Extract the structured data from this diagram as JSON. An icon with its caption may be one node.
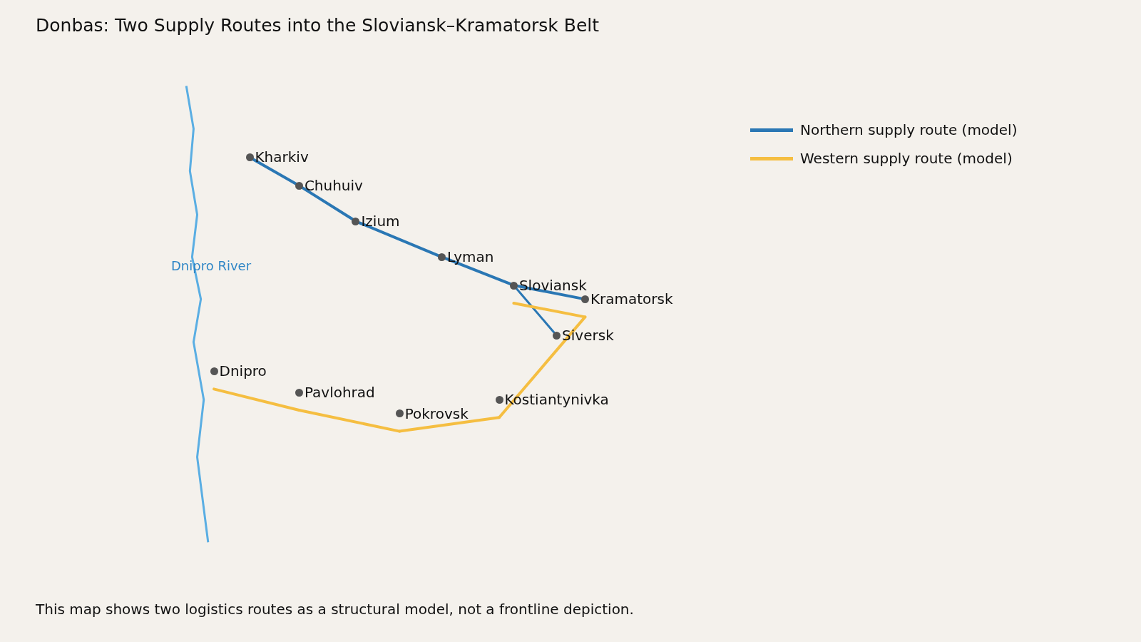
{
  "diagram": {
    "title": "Donbas: Two Supply Routes into the Sloviansk–Kramatorsk Belt",
    "caption": "This map shows two logistics routes as a structural model, not a frontline depiction.",
    "nodes": [
      {
        "text": [
          "Kharkiv"
        ]
      },
      {
        "text": [
          "Chuhuiv"
        ]
      },
      {
        "text": [
          "Izium"
        ]
      },
      {
        "text": [
          "Lyman"
        ]
      },
      {
        "text": [
          "Sloviansk"
        ]
      },
      {
        "text": [
          "Kramatorsk"
        ]
      },
      {
        "text": [
          "Siversk"
        ]
      },
      {
        "text": [
          "Dnipro"
        ]
      },
      {
        "text": [
          "Pavlohrad"
        ]
      },
      {
        "text": [
          "Pokrovsk"
        ]
      },
      {
        "text": [
          "Kostiantynivka"
        ]
      }
    ],
    "edges": [
      {
        "from": 0,
        "to": 1,
        "arrow": "none",
        "color": "#2a77b4"
      },
      {
        "from": 1,
        "to": 2,
        "arrow": "none",
        "color": "#2a77b4"
      },
      {
        "from": 2,
        "to": 3,
        "arrow": "none",
        "color": "#2a77b4"
      },
      {
        "from": 3,
        "to": 4,
        "arrow": "none",
        "color": "#2a77b4"
      },
      {
        "from": 4,
        "to": 5,
        "arrow": "none",
        "color": "#2a77b4"
      },
      {
        "from": 4,
        "to": 6,
        "arrow": "none",
        "color": "#2a77b4"
      },
      {
        "from": 7,
        "to": 8,
        "arrow": "none",
        "color": "#f5be41"
      },
      {
        "from": 8,
        "to": 9,
        "arrow": "none",
        "color": "#f5be41"
      },
      {
        "from": 9,
        "to": 10,
        "arrow": "none",
        "color": "#f5be41"
      },
      {
        "from": 10,
        "to": 5,
        "arrow": "none",
        "color": "#f5be41"
      },
      {
        "from": 5,
        "to": 4,
        "arrow": "none",
        "color": "#f5be41"
      }
    ],
    "labels": [
      "Dnipro River"
    ],
    "legend": [
      {
        "text": "Northern supply route (model)",
        "color": "#2a77b4"
      },
      {
        "text": "Western supply route (model)",
        "color": "#f5be41"
      }
    ]
  }
}
